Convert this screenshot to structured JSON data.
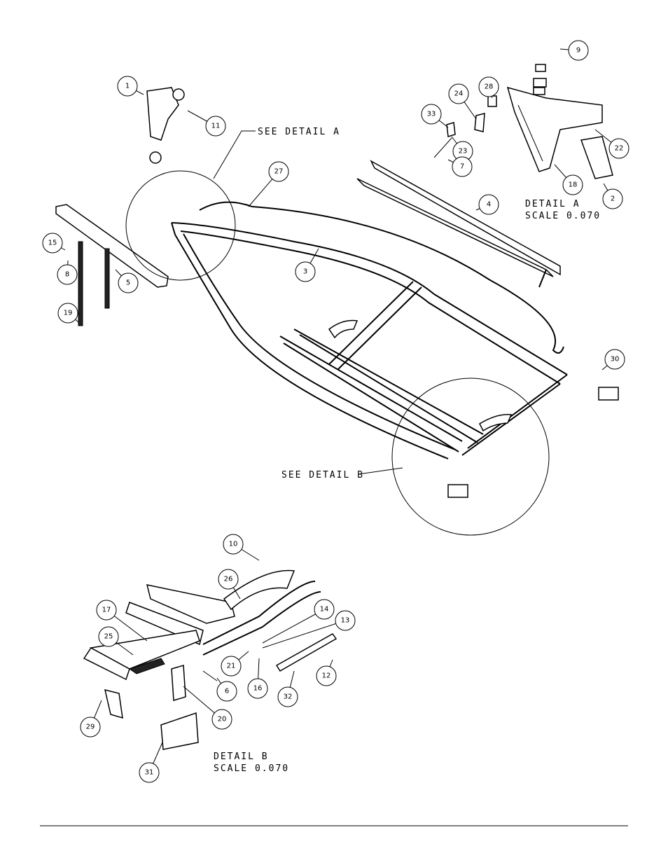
{
  "labels": {
    "see_detail_a": "SEE DETAIL  A",
    "see_detail_b": "SEE DETAIL  B",
    "detail_a_title": "DETAIL  A",
    "detail_a_scale": "SCALE  0.070",
    "detail_b_title": "DETAIL  B",
    "detail_b_scale": "SCALE  0.070"
  },
  "balloons": [
    "1",
    "11",
    "15",
    "8",
    "5",
    "19",
    "27",
    "3",
    "4",
    "9",
    "28",
    "24",
    "33",
    "23",
    "7",
    "22",
    "18",
    "2",
    "30",
    "10",
    "26",
    "17",
    "14",
    "13",
    "25",
    "21",
    "16",
    "12",
    "6",
    "32",
    "20",
    "29",
    "31"
  ]
}
